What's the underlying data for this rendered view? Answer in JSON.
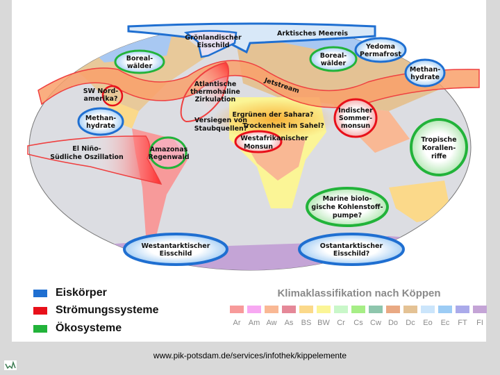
{
  "labels": {
    "arctic_sea_ice": "Arktisches Meereis",
    "greenland": [
      "Grönlandischer",
      "Eisschild"
    ],
    "boreal_na": [
      "Boreal-",
      "wälder"
    ],
    "boreal_eu": [
      "Boreal-",
      "wälder"
    ],
    "yedoma": [
      "Yedoma",
      "Permafrost"
    ],
    "methane_east": [
      "Methan-",
      "hydrate"
    ],
    "methane_west": [
      "Methan-",
      "hydrate"
    ],
    "sw_na": [
      "SW Nord-",
      "amerika?"
    ],
    "amoc": [
      "Atlantische",
      "thermohaline",
      "Zirkulation"
    ],
    "jetstream": "Jetstream",
    "sahara_green": "Ergrünen der Sahara?",
    "sahel": "Trockenheit im Sahel?",
    "dust": [
      "Versiegen von",
      "Staubquellen?"
    ],
    "wa_monsoon": [
      "Westafrikanischer",
      "Monsun"
    ],
    "indian_monsoon": [
      "Indischer",
      "Sommer-",
      "monsun"
    ],
    "enso": [
      "El Niño-",
      "Südliche Oszillation"
    ],
    "amazon": [
      "Amazonas",
      "Regenwald"
    ],
    "coral": [
      "Tropische",
      "Korallen-",
      "riffe"
    ],
    "marine_pump": [
      "Marine biolo-",
      "gische Kohlenstoff-",
      "pumpe?"
    ],
    "wais": [
      "Westantarktischer",
      "Eisschild"
    ],
    "eais": [
      "Ostantarktischer",
      "Eisschild?"
    ]
  },
  "legend": [
    {
      "label": "Eiskörper",
      "color": "#1f6fd1"
    },
    {
      "label": "Strömungssysteme",
      "color": "#e8101a"
    },
    {
      "label": "Ökosysteme",
      "color": "#22b33a"
    }
  ],
  "koppen": {
    "title": "Klimaklassifikation nach Köppen",
    "classes": [
      {
        "code": "Ar",
        "color": "#f79a9a"
      },
      {
        "code": "Am",
        "color": "#f7a8f2"
      },
      {
        "code": "Aw",
        "color": "#f9b894"
      },
      {
        "code": "As",
        "color": "#e58898"
      },
      {
        "code": "BS",
        "color": "#fbd98a"
      },
      {
        "code": "BW",
        "color": "#fbf596"
      },
      {
        "code": "Cr",
        "color": "#c9f7c9"
      },
      {
        "code": "Cs",
        "color": "#a6ee86"
      },
      {
        "code": "Cw",
        "color": "#8ec6ad"
      },
      {
        "code": "Do",
        "color": "#e9a983"
      },
      {
        "code": "Dc",
        "color": "#e4c294"
      },
      {
        "code": "Eo",
        "color": "#cbe5fb"
      },
      {
        "code": "Ec",
        "color": "#9cccf5"
      },
      {
        "code": "FT",
        "color": "#aaaaea"
      },
      {
        "code": "FI",
        "color": "#c4a4d6"
      }
    ]
  },
  "source_url": "www.pik-potsdam.de/services/infothek/kippelemente"
}
